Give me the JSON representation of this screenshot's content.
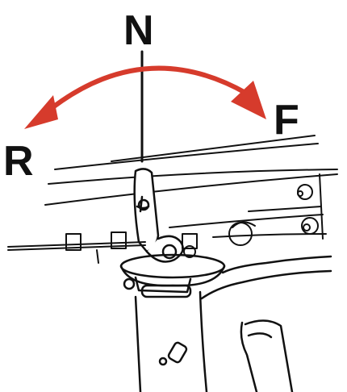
{
  "labels": {
    "neutral": "N",
    "forward": "F",
    "reverse": "R"
  },
  "colors": {
    "arrow": "#d63b2c",
    "line": "#111111",
    "background": "#ffffff"
  },
  "icons": {
    "arrow": "double-headed-curved-arrow",
    "lever": "gear-shift-lever"
  }
}
